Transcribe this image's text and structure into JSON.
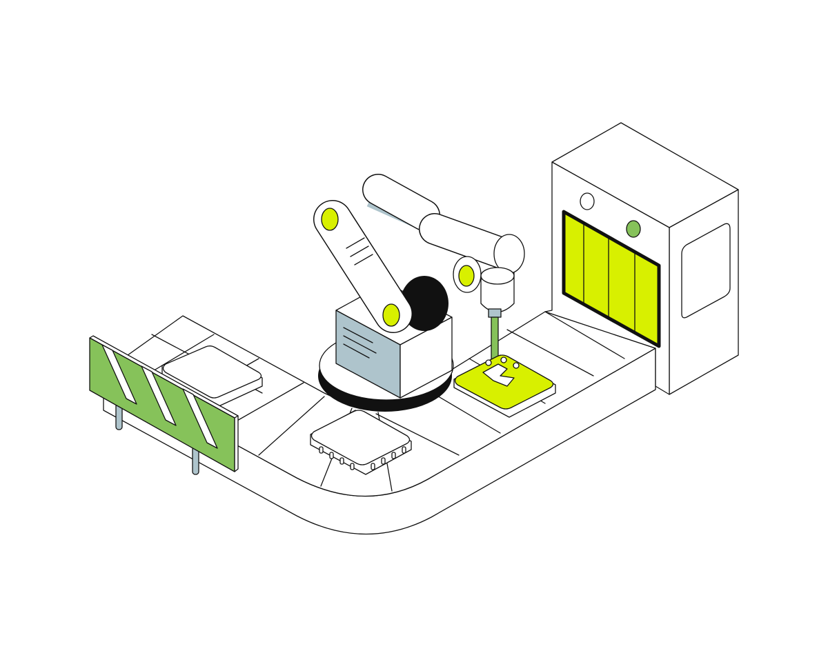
{
  "colors": {
    "background": "#ffffff",
    "outline": "#111111",
    "lime": "#d8f000",
    "green": "#86c25a",
    "steel": "#aec4cc",
    "white": "#ffffff"
  },
  "scene": {
    "elements": [
      "conveyor-belt",
      "robot-arm",
      "chip-dispensing-machine",
      "striped-barrier",
      "microchips"
    ]
  }
}
